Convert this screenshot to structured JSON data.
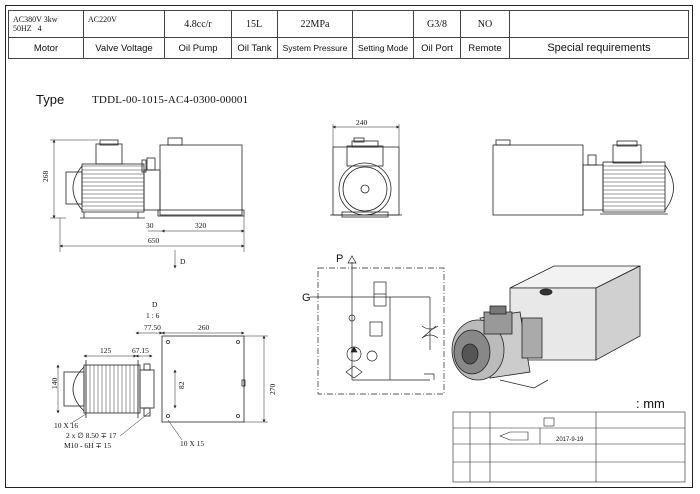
{
  "spec_table": {
    "values": {
      "motor": "AC380V 3kw\n50HZ   4",
      "valve_voltage": "AC220V",
      "oil_pump": "4.8cc/r",
      "oil_tank": "15L",
      "system_pressure": "22MPa",
      "setting_mode": "",
      "oil_port": "G3/8",
      "remote": "NO",
      "special_requirements": ""
    },
    "headers": {
      "motor": "Motor",
      "valve_voltage": "Valve Voltage",
      "oil_pump": "Oil Pump",
      "oil_tank": "Oil Tank",
      "system_pressure": "System Pressure",
      "setting_mode": "Setting Mode",
      "oil_port": "Oil Port",
      "remote": "Remote",
      "special_requirements": "Special requirements"
    }
  },
  "type": {
    "label": "Type",
    "code": "TDDL-00-1015-AC4-0300-00001"
  },
  "front_view": {
    "dim_height": "268",
    "dim_30": "30",
    "dim_320": "320",
    "dim_650": "650",
    "view_marker": "D"
  },
  "side_view": {
    "dim_width": "240"
  },
  "bottom_view": {
    "title": "D",
    "scale": "1 : 6",
    "dim_77_50": "77.50",
    "dim_260": "260",
    "dim_125": "125",
    "dim_67_15": "67.15",
    "dim_140": "140",
    "dim_82": "82",
    "dim_270": "270",
    "note_slot_left": "10 X 16",
    "note_holes_1": "2 x ∅ 8.50 ∓ 17",
    "note_holes_2": "M10 - 6H ∓ 15",
    "note_slot_right": "10 X 15"
  },
  "schematic": {
    "port_p": "P",
    "port_g": "G"
  },
  "unit": ": mm",
  "title_block": {
    "date": "2017-9-19"
  }
}
